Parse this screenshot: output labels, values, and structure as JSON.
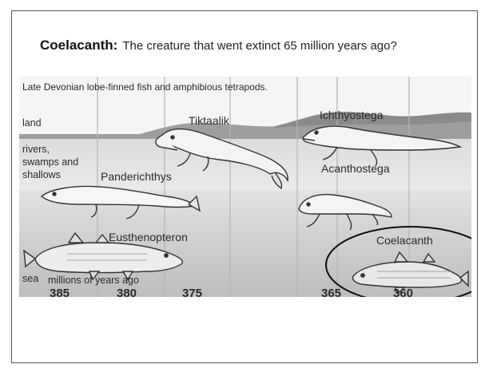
{
  "slide": {
    "term": "Coelacanth",
    "separator": ":",
    "question": "The creature that went extinct 65 million years ago?"
  },
  "figure": {
    "caption": "Late Devonian lobe-finned fish and amphibious tetrapods.",
    "zones": {
      "land": "land",
      "rivers_line1": "rivers,",
      "rivers_line2": "swamps and",
      "rivers_line3": "shallows",
      "sea": "sea"
    },
    "animals": {
      "tiktaalik": "Tiktaalik",
      "ichthyostega": "Ichthyostega",
      "panderichthys": "Panderichthys",
      "acanthostega": "Acanthostega",
      "eusthenopteron": "Eusthenopteron",
      "coelacanth": "Coelacanth"
    },
    "axis_label": "millions of years ago",
    "ticks": [
      "385",
      "380",
      "375",
      "365",
      "360"
    ],
    "highlight": "Coelacanth circled"
  },
  "colors": {
    "land_band": "#9a9a9a",
    "sky": "#f4f4f4",
    "water_top": "#e8e8e8",
    "water_deep": "#c4c4c4",
    "highlight_ring": "#111111"
  }
}
